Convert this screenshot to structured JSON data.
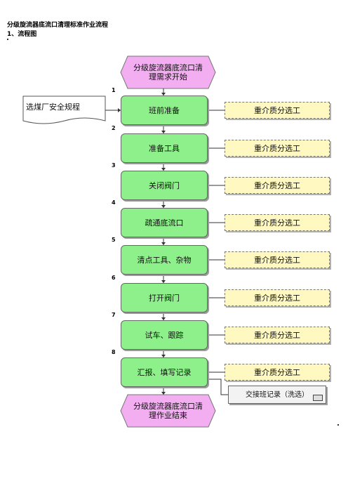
{
  "title": "分级旋流器底流口清理标准作业流程",
  "section": "1、流程图",
  "start_node": "分级旋流器底流口清理需求开始",
  "end_node": "分级旋流器底流口清理作业结束",
  "reference_doc": "选煤厂安全规程",
  "steps": [
    {
      "num": "1",
      "label": "班前准备",
      "role": "重介质分选工"
    },
    {
      "num": "2",
      "label": "准备工具",
      "role": "重介质分选工"
    },
    {
      "num": "3",
      "label": "关闭阀门",
      "role": "重介质分选工"
    },
    {
      "num": "4",
      "label": "疏通底流口",
      "role": "重介质分选工"
    },
    {
      "num": "5",
      "label": "清点工具、杂物",
      "role": "重介质分选工"
    },
    {
      "num": "6",
      "label": "打开阀门",
      "role": "重介质分选工"
    },
    {
      "num": "7",
      "label": "试车、跟踪",
      "role": "重介质分选工"
    },
    {
      "num": "8",
      "label": "汇报、填写记录",
      "role": "重介质分选工"
    }
  ],
  "record_output": "交接班记录（洗选）"
}
